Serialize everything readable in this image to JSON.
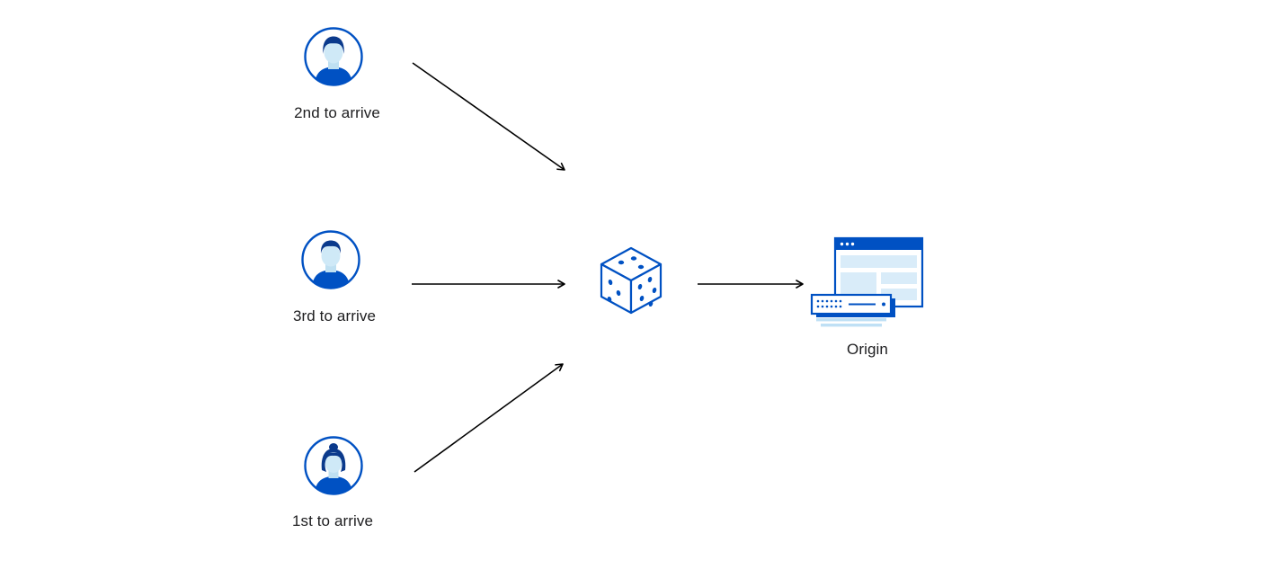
{
  "diagram": {
    "description": "Random request ordering to origin diagram",
    "nodes": {
      "visitor_second": {
        "label": "2nd to arrive",
        "icon": "male-user-avatar-icon"
      },
      "visitor_third": {
        "label": "3rd to arrive",
        "icon": "male-user-avatar-icon"
      },
      "visitor_first": {
        "label": "1st to arrive",
        "icon": "female-user-avatar-icon"
      },
      "randomizer": {
        "label": "",
        "icon": "dice-icon"
      },
      "origin": {
        "label": "Origin",
        "icon": "origin-server-browser-icon"
      }
    },
    "edges": [
      {
        "from": "visitor_second",
        "to": "randomizer"
      },
      {
        "from": "visitor_third",
        "to": "randomizer"
      },
      {
        "from": "visitor_first",
        "to": "randomizer"
      },
      {
        "from": "randomizer",
        "to": "origin"
      }
    ],
    "colors": {
      "accent": "#0051c3",
      "accent_dark": "#0b3a8c",
      "light_fill": "#d9ecf9",
      "lighter_fill": "#eaf5fc",
      "arrow": "#000000",
      "background": "#ffffff",
      "text": "#1d1d1f"
    }
  }
}
